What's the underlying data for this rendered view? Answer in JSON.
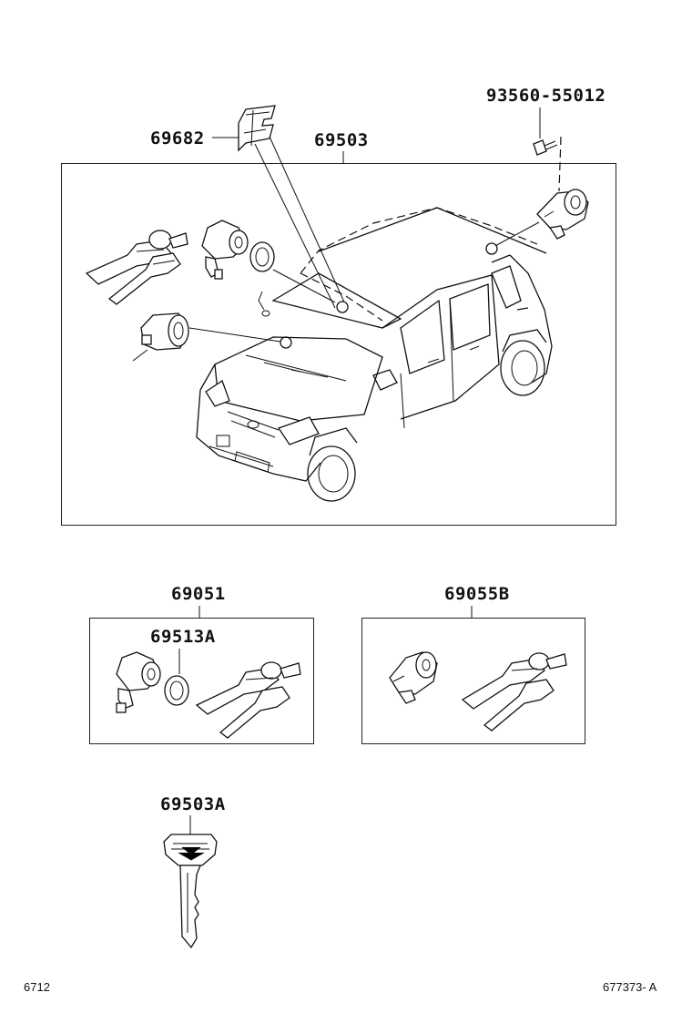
{
  "parts": {
    "p93560": "93560-55012",
    "p69682": "69682",
    "p69503": "69503",
    "p69051": "69051",
    "p69513A": "69513A",
    "p69055B": "69055B",
    "p69503A": "69503A"
  },
  "footer": {
    "left": "6712",
    "right": "677373- A"
  }
}
